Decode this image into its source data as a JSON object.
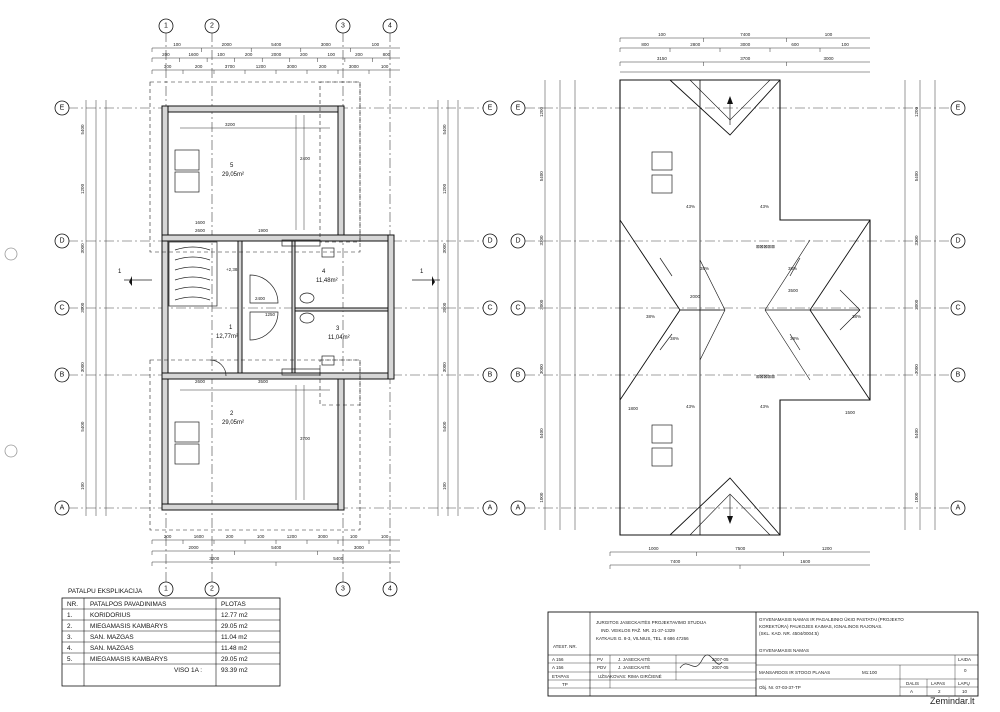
{
  "floor_plan": {
    "axes_top": [
      "1",
      "2",
      "3",
      "4"
    ],
    "axes_side": [
      "E",
      "D",
      "C",
      "B",
      "A"
    ],
    "top_dims_row1": [
      "100",
      "2000",
      "5400",
      "3000",
      "100"
    ],
    "top_dims_row2": [
      "200",
      "1600",
      "100",
      "200",
      "2000",
      "200",
      "100",
      "200",
      "800"
    ],
    "top_dims_row3": [
      "300",
      "200",
      "3700",
      "1200",
      "3000",
      "200",
      "3000",
      "100"
    ],
    "bottom_dims_row1": [
      "200",
      "1600",
      "200",
      "100",
      "1200",
      "3000",
      "100",
      "100"
    ],
    "bottom_dims_row2": [
      "2000",
      "5400",
      "3000"
    ],
    "bottom_dims_row3": [
      "3200",
      "5400"
    ],
    "side_dims": [
      "5400",
      "1200",
      "3000",
      "3000",
      "3000",
      "5400",
      "100"
    ],
    "rooms": [
      {
        "number": "5",
        "area": "29,05m²"
      },
      {
        "number": "4",
        "area": "11,48m²"
      },
      {
        "number": "3",
        "area": "11,04m²"
      },
      {
        "number": "1",
        "area": "12,77m²"
      },
      {
        "number": "2",
        "area": "29,05m²"
      }
    ],
    "level_mark": "+2,38",
    "section_mark": "1",
    "interior_dims": [
      "3200",
      "1600",
      "2600",
      "2600",
      "1900",
      "3500",
      "1250",
      "2400",
      "3700",
      "2400"
    ]
  },
  "roof_plan": {
    "axes_side": [
      "E",
      "D",
      "C",
      "B",
      "A"
    ],
    "top_dims_row1": [
      "100",
      "7400",
      "100"
    ],
    "top_dims_row2": [
      "800",
      "2800",
      "3000",
      "600",
      "100"
    ],
    "top_dims_row3": [
      "3150",
      "3700",
      "3000"
    ],
    "bottom_dims_row1": [
      "1000",
      "7500",
      "1200"
    ],
    "bottom_dims_row2": [
      "7400",
      "1600"
    ],
    "side_dims": [
      "1200",
      "5400",
      "3300",
      "3000",
      "3000",
      "5400",
      "1000"
    ],
    "slopes": [
      "43%",
      "43%",
      "38%",
      "38%",
      "38%",
      "43%",
      "43%",
      "38%",
      "38%",
      "38%"
    ],
    "ridge_dims": [
      "2000",
      "3500",
      "1800",
      "1500"
    ],
    "vent_labels": [
      "⊠⊠⊠⊠⊠",
      "⊠⊠⊠⊠⊠"
    ]
  },
  "explication": {
    "title": "PATALPU EKSPLIKACIJA",
    "headers": [
      "NR.",
      "PATALPOS PAVADINIMAS",
      "PLOTAS"
    ],
    "rows": [
      [
        "1.",
        "KORIDORIUS",
        "12.77 m2"
      ],
      [
        "2.",
        "MIEGAMASIS KAMBARYS",
        "29.05 m2"
      ],
      [
        "3.",
        "SAN. MAZGAS",
        "11.04 m2"
      ],
      [
        "4.",
        "SAN. MAZGAS",
        "11.48 m2"
      ],
      [
        "5.",
        "MIEGAMASIS KAMBARYS",
        "29.05 m2"
      ]
    ],
    "total_label": "VISO 1A :",
    "total_value": "93.39 m2"
  },
  "title_block": {
    "studio_line1": "JURGITOS JASECKAITĖS PROJEKTAVIMO STUDIJA",
    "studio_line2": "IND. VEIKLOS PAŽ. NR. 21-37-1329",
    "studio_line3": "KATKAUS G. 8-3, VILNIUS, TEL. 8 686 47266",
    "project_line1": "GYVENAMASIS NAMAS IR PAGALBINIO ŪKIO PASTATAI (PROJEKTO",
    "project_line2": "KOREKTŪRA) PAUKOJES KAIMAS, IGNALINOS RAJONAS.",
    "project_line3": "(SKL. KAD. NR. 4504/0004:5)",
    "atest_label": "ATEST. NR.",
    "row1": [
      "A 156",
      "PV",
      "J. JASECKAITĖ",
      "2007-05"
    ],
    "row2": [
      "A 156",
      "PDV",
      "J. JASECKAITĖ",
      "2007-05"
    ],
    "etapas_label": "ETAPAS",
    "etapas_value": "TP",
    "customer": "UŽSAKOVAS:  RIMA GIRČIENĖ",
    "building": "GYVENAMASIS NAMAS",
    "sheet_title": "MANSARDOS IR STOGO PLANAS",
    "scale": "M1:100",
    "laida_label": "LAIDA",
    "laida_value": "0",
    "object_no": "Obj. Nr. 07-03-37-TP",
    "dalis_label": "DALIS",
    "dalis_value": "A",
    "lapas_label": "LAPAS",
    "lapas_value": "2",
    "lapu_label": "LAPŲ",
    "lapu_value": "10"
  },
  "watermark": "Zemindar.lt"
}
